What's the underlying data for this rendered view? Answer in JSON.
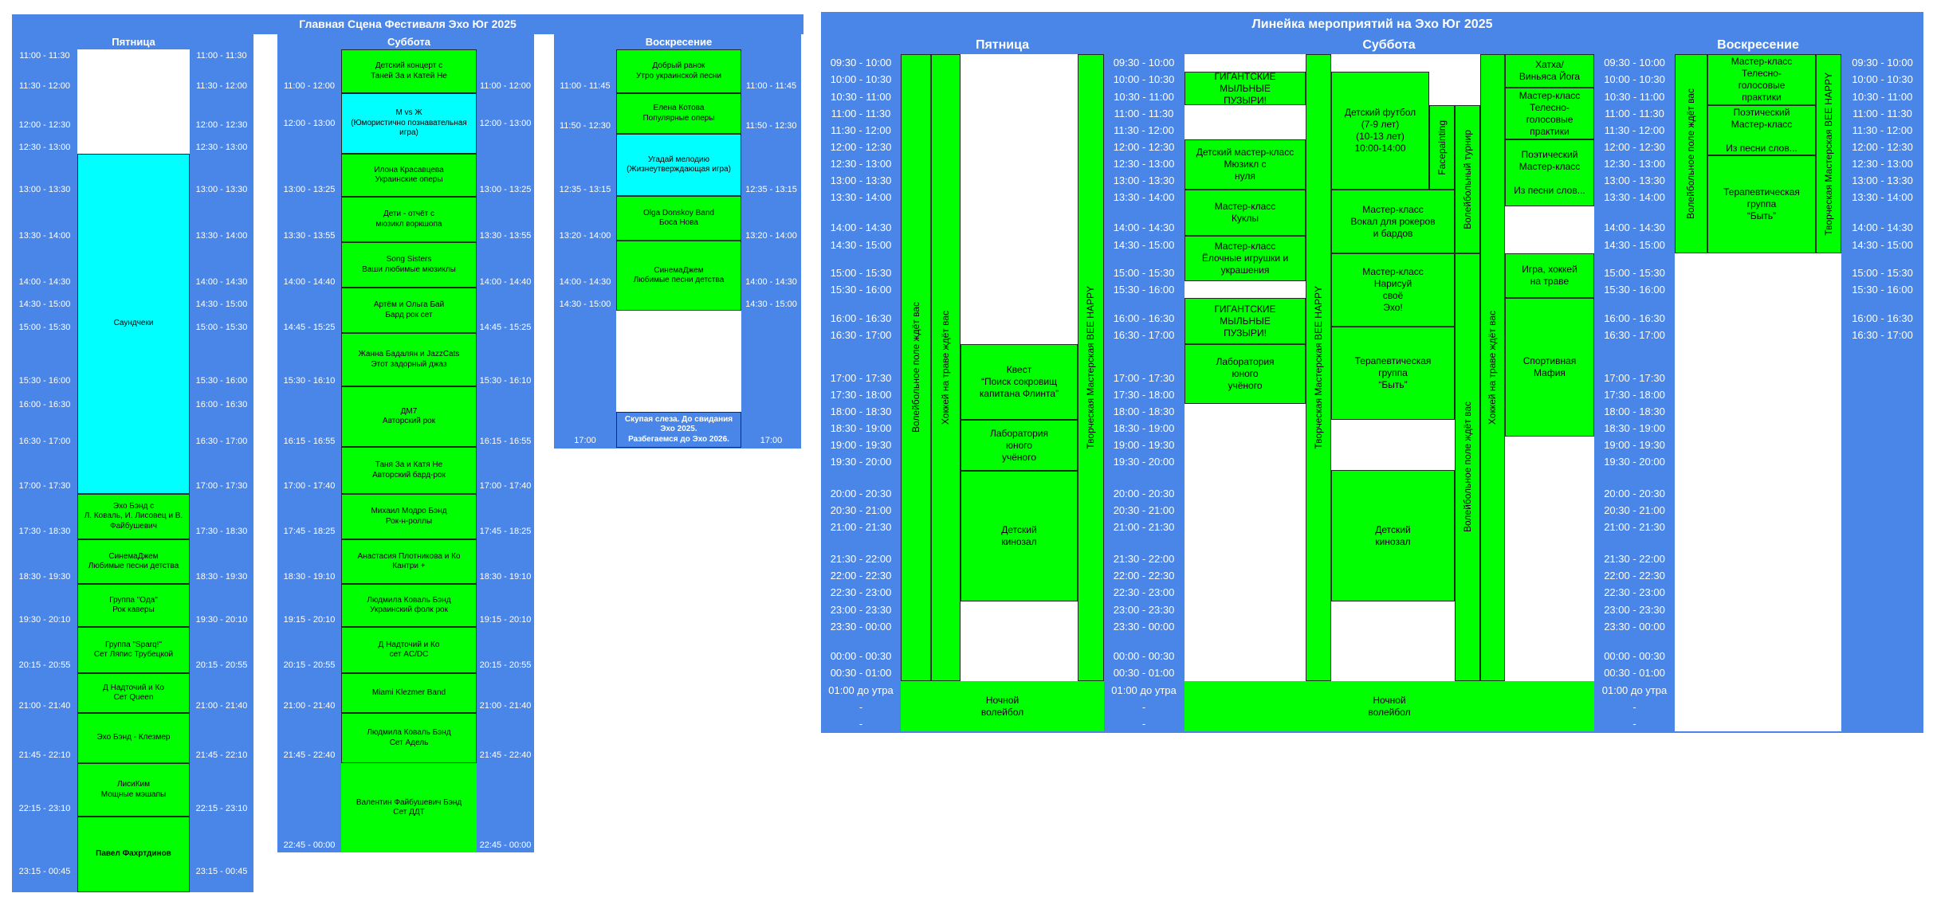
{
  "main_stage": {
    "title": "Главная Сцена Фестиваля Эхо Юг 2025",
    "days": [
      {
        "name": "Пятница",
        "times": [
          "11:00 - 11:30",
          "11:30 - 12:00",
          "12:00 - 12:30",
          "12:30 - 13:00",
          "13:00 - 13:30",
          "13:30 - 14:00",
          "14:00 - 14:30",
          "14:30 - 15:00",
          "15:00 - 15:30",
          "15:30 - 16:00",
          "16:00 - 16:30",
          "16:30 - 17:00",
          "17:00 - 17:30",
          "17:30 - 18:30",
          "18:30 - 19:30",
          "19:30 - 20:10",
          "20:15 - 20:55",
          "21:00 - 21:40",
          "21:45 - 22:10",
          "22:15 - 23:10",
          "23:15 - 00:45"
        ],
        "events": [
          "Саундчеки",
          "Эхо Бэнд с\nЛ. Коваль, И. Лисовец и В. Файбушевич",
          "СинемаДжем\nЛюбимые песни детства",
          "Группа \"Ода\"\nРок каверы",
          "Группа \"Sparq!\"\nСет Ляпис Трубецкой",
          "Д Надточий и Ко\nСет Queen",
          "Эхо Бэнд - Клезмер",
          "ЛисиКим\nМощные мэшапы",
          "Павел Фахртдинов"
        ]
      },
      {
        "name": "Суббота",
        "times": [
          "11:00 - 12:00",
          "12:00 - 13:00",
          "13:00 - 13:25",
          "13:30 - 13:55",
          "14:00 - 14:40",
          "14:45 - 15:25",
          "15:30 - 16:10",
          "16:15 - 16:55",
          "17:00 - 17:40",
          "17:45 - 18:25",
          "18:30 - 19:10",
          "19:15 - 20:10",
          "20:15 - 20:55",
          "21:00 - 21:40",
          "21:45 - 22:40",
          "22:45 - 00:00"
        ],
        "events": [
          "Детский концерт с\nТаней За и Катей Не",
          "M vs Ж\n(Юмористично познавательная\nигра)",
          "Илона Красавцева\nУкраинские оперы",
          "Дети - отчёт с\nмюзикл воркшопа",
          "Song Sisters\nВаши любимые мюзиклы",
          "Артём и Ольга Бай\nБард рок сет",
          "Жанна Бадалян и JazzCats\nЭтот задорный джаз",
          "ДМ7\nАвторский рок",
          "Таня За и Катя Не\nАвторский бард-рок",
          "Михаил Модро Бэнд\nРок-н-роллы",
          "Анастасия Плотникова и Ко\nКантри +",
          "Людмила Коваль Бэнд\nУкраинский фолк рок",
          "Д Надточий и Ко\nсет AC/DC",
          "Miami Klezmer Band",
          "Людмила Коваль Бэнд\nСет Адель",
          "Валентин Файбушевич Бэнд\nСет ДДТ"
        ]
      },
      {
        "name": "Воскресение",
        "times": [
          "11:00 - 11:45",
          "11:50 - 12:30",
          "12:35 - 13:15",
          "13:20 - 14:00",
          "14:00 - 14:30",
          "14:30 - 15:00",
          "17:00"
        ],
        "events": [
          "Добрый ранок\nУтро украинской песни",
          "Елена Котова\nПопулярные оперы",
          "Угадай мелодию\n(Жизнеутверждающая игра)",
          "Olga Donskoy Band\nБоса Нова",
          "СинемаДжем\nЛюбимые песни детства",
          "Скупая слеза. До свидания\nЭхо 2025.\nРазбегаемся до  Эхо 2026."
        ]
      }
    ]
  },
  "lineup": {
    "title": "Линейка мероприятий на Эхо Юг 2025",
    "times": [
      "09:30 - 10:00",
      "10:00 - 10:30",
      "10:30 - 11:00",
      "11:00 - 11:30",
      "11:30 - 12:00",
      "12:00 - 12:30",
      "12:30 - 13:00",
      "13:00 - 13:30",
      "13:30 - 14:00",
      "14:00 - 14:30",
      "14:30 - 15:00",
      "15:00 - 15:30",
      "15:30 - 16:00",
      "16:00 - 16:30",
      "16:30 - 17:00",
      "17:00 - 17:30",
      "17:30 - 18:00",
      "18:00 - 18:30",
      "18:30 - 19:00",
      "19:00 - 19:30",
      "19:30 - 20:00",
      "20:00 - 20:30",
      "20:30 - 21:00",
      "21:00 - 21:30",
      "21:30 - 22:00",
      "22:00 - 22:30",
      "22:30 - 23:00",
      "23:00 - 23:30",
      "23:30 - 00:00",
      "00:00 - 00:30",
      "00:30 - 01:00",
      "01:00 до утра",
      "-",
      "-"
    ],
    "days": [
      {
        "name": "Пятница",
        "events": [
          "Волейбольное поле ждёт вас",
          "Хоккей на траве ждёт вас",
          "Творческая Мастерская BEE HAPPY",
          "Квест\n“Поиск сокровищ\nкапитана Флинта”",
          "Лаборатория\nюного\nучёного",
          "Детский\nкинозал",
          "Ночной\nволейбол"
        ]
      },
      {
        "name": "Суббота",
        "events": [
          "ГИГАНТСКИЕ\nМЫЛЬНЫЕ\nПУЗЫРИ!",
          "ГИГАНТСКИЕ\nМЫЛЬНЫЕ\nПУЗЫРИ!",
          "Детский мастер-класс\nМюзикл с\nнуля",
          "Мастер-класс\nКуклы",
          "Мастер-класс\nЁлочные игрушки и\nукрашения",
          "Лаборатория\nюного\nучёного",
          "Творческая Мастерская BEE HAPPY",
          "Детский футбол\n(7-9 лет)\n(10-13 лет)\n10:00-14:00",
          "Facepainting",
          "Волейбольный турнир",
          "Мастер-класс\nВокал для рокеров\nи бардов",
          "Мастер-класс\nНарисуй\nсвоё\nЭхо!",
          "Терапевтическая\nгруппа\n“Быть”",
          "Детский\nкинозал",
          "Волейбольное поле ждёт вас",
          "Хоккей на траве ждёт вас",
          "Хатха/\nВиньяса Йога",
          "Мастер-класс\nТелесно-\nголосовые\nпрактики",
          "Поэтический\nМастер-класс\n\nИз песни слов...",
          "Игра, хоккей\nна траве",
          "Спортивная\nМафия",
          "Ночной\nволейбол"
        ]
      },
      {
        "name": "Воскресение",
        "events": [
          "Волейбольное поле ждёт вас",
          "Мастер-класс\nТелесно-\nголосовые\nпрактики",
          "Поэтический\nМастер-класс\n\nИз песни слов...",
          "Терапевтическая\nгруппа\n“Быть”",
          "Творческая Мастерская BEE HAPPY"
        ]
      }
    ]
  },
  "colors": {
    "panel": "#4a86e8",
    "event": "#00ff00",
    "game": "#00ffff"
  }
}
